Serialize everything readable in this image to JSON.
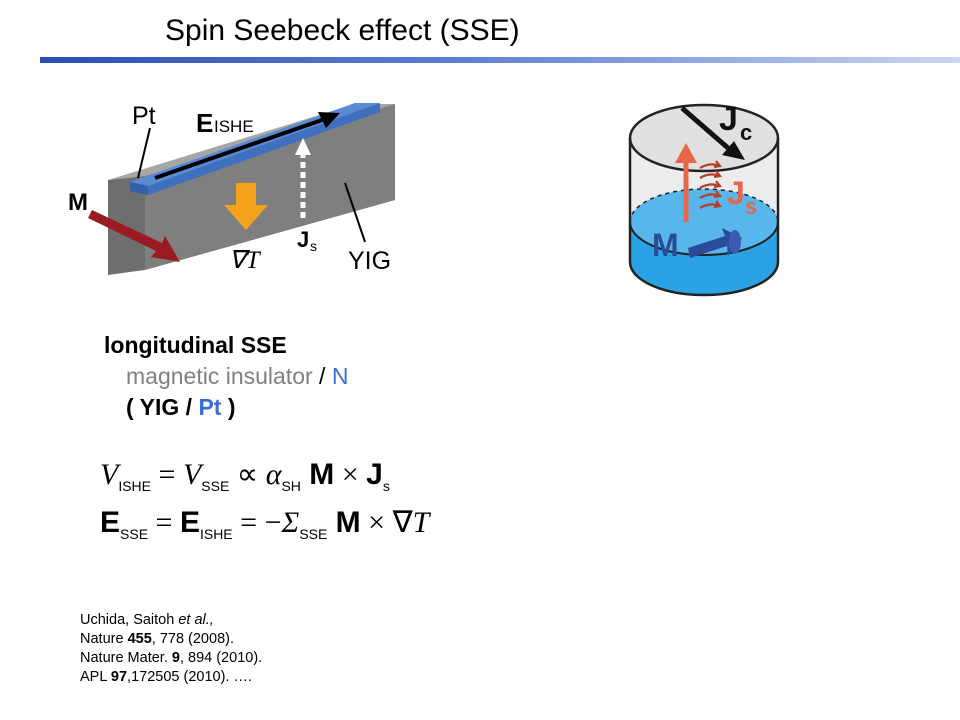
{
  "slide": {
    "title": "Spin Seebeck effect (SSE)"
  },
  "left_figure": {
    "label_pt": "Pt",
    "label_e": "E",
    "label_e_sub": "ISHE",
    "label_m": "M",
    "label_gradT": "∇T",
    "label_js": "J",
    "label_js_sub": "s",
    "label_yig": "YIG"
  },
  "right_figure": {
    "label_jc": "J",
    "label_jc_sub": "c",
    "label_js": "J",
    "label_js_sub": "s",
    "label_m": "M"
  },
  "description": {
    "heading": "longitudinal SSE",
    "line1_gray": "magnetic insulator",
    "line1_sep": " / ",
    "line1_blue": "N",
    "line2_open": "( YIG / ",
    "line2_blue": "Pt",
    "line2_close": " )"
  },
  "equations": {
    "eq1": {
      "v1": "V",
      "v1_sub": "ISHE",
      "eq": " = ",
      "v2": "V",
      "v2_sub": "SSE",
      "prop": " ∝ ",
      "alpha": "α",
      "alpha_sub": "SH",
      "m": " M",
      "times": " × ",
      "j": "J",
      "j_sub": "s"
    },
    "eq2": {
      "e1": "E",
      "e1_sub": "SSE",
      "eq1": " = ",
      "e2": "E",
      "e2_sub": "ISHE",
      "eq2": " = −",
      "sigma": "Σ",
      "sigma_sub": "SSE",
      "m": " M",
      "times": " × ",
      "grad": "∇",
      "t": "T"
    }
  },
  "references": {
    "line1_a": "Uchida, Saitoh ",
    "line1_b": "et al.,",
    "line2_a": "Nature ",
    "line2_b": "455",
    "line2_c": ", 778 (2008).",
    "line3_a": "Nature Mater. ",
    "line3_b": "9",
    "line3_c": ", 894 (2010).",
    "line4_a": "APL ",
    "line4_b": "97",
    "line4_c": ",172505 (2010).  …."
  },
  "colors": {
    "title_rule": "#2a4fb0",
    "yig_gray": "#7f7f7f",
    "pt_blue": "#5b8bd5",
    "m_arrow": "#9b1b22",
    "grad_arrow": "#f3a31b",
    "water_blue": "#2aa3e6",
    "spin_red": "#e8674a",
    "m_arrow_right": "#2a4a9a",
    "accent_blue": "#3a6fd1"
  }
}
